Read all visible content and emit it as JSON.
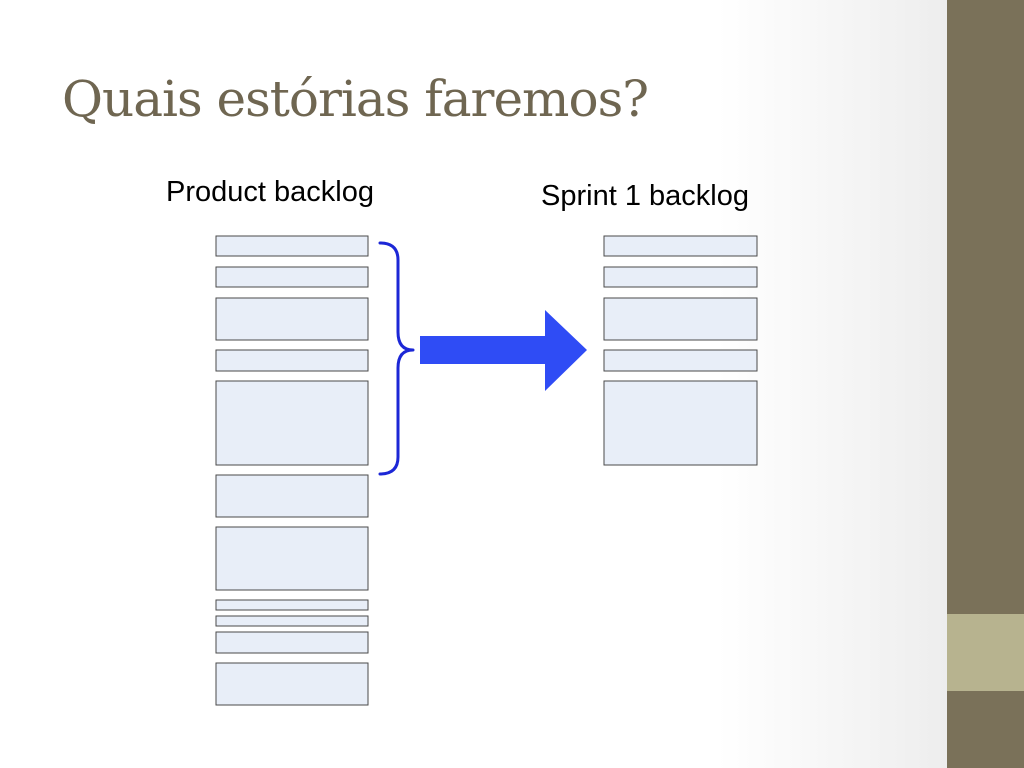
{
  "title": "Quais estórias faremos?",
  "product_backlog": {
    "label": "Product backlog",
    "item_count": 11
  },
  "sprint_backlog": {
    "label": "Sprint 1 backlog",
    "item_count": 5
  },
  "colors": {
    "title": "#6f6651",
    "sidebar": "#7a7159",
    "sidebar_accent": "#b7b38f",
    "story_fill": "#e8eef8",
    "brace": "#1c27d6",
    "arrow": "#2f4cf5"
  },
  "icons": {
    "brace": "curly-brace-icon",
    "arrow": "right-arrow-icon"
  }
}
